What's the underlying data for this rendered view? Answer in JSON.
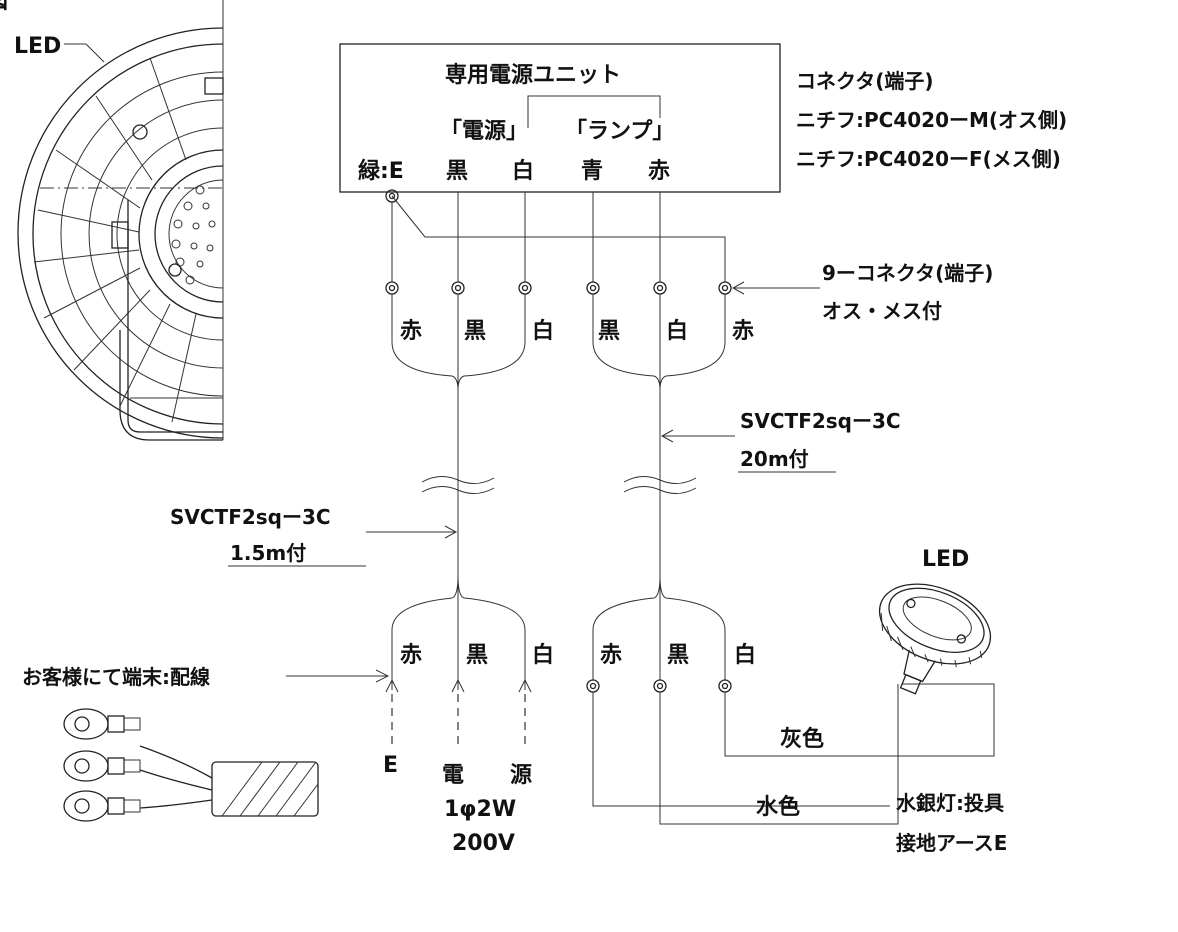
{
  "top_left_fragment": "図",
  "led_label_left": "LED",
  "unit": {
    "title": "専用電源ユニット",
    "group_power": "「電源」",
    "group_lamp": "「ランプ」",
    "terminals": [
      "緑:E",
      "黒",
      "白",
      "青",
      "赤"
    ]
  },
  "connector_spec": [
    "コネクタ(端子)",
    "ニチフ:PC4020ーM(オス側)",
    "ニチフ:PC4020ーF(メス側)"
  ],
  "connector_callout": [
    "9ーコネクタ(端子)",
    "オス・メス付"
  ],
  "mid_colors": [
    "赤",
    "黒",
    "白",
    "黒",
    "白",
    "赤"
  ],
  "cable_long": {
    "spec": "SVCTF2sqー3C",
    "length": "20m付"
  },
  "cable_short": {
    "spec": "SVCTF2sqー3C",
    "length": "1.5m付"
  },
  "low_colors_left": [
    "赤",
    "黒",
    "白"
  ],
  "low_colors_right": [
    "赤",
    "黒",
    "白"
  ],
  "customer_note": "お客様にて端末:配線",
  "power_labels": {
    "earth": "E",
    "den": "電",
    "gen": "源",
    "phase": "1φ2W",
    "voltage": "200V"
  },
  "led_label_right": "LED",
  "wire_gray": "灰色",
  "wire_light_blue": "水色",
  "mercury_note": [
    "水銀灯:投具",
    "接地アースE"
  ]
}
